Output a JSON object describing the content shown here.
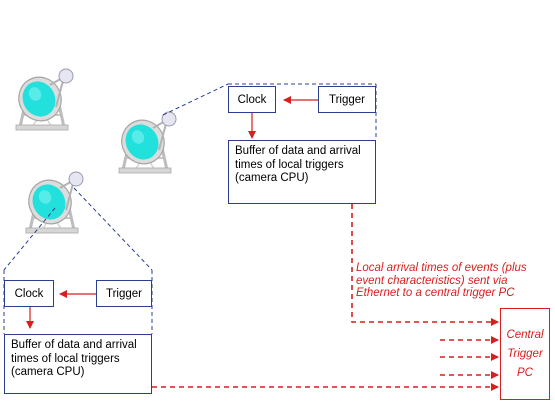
{
  "upper_station": {
    "clock_label": "Clock",
    "trigger_label": "Trigger",
    "buffer_label": "Buffer of data and arrival times of local triggers (camera CPU)"
  },
  "lower_station": {
    "clock_label": "Clock",
    "trigger_label": "Trigger",
    "buffer_label": "Buffer of data and arrival times of local triggers (camera CPU)"
  },
  "network_note": "Local arrival times of events (plus event characteristics) sent via Ethernet to a  central trigger PC",
  "central_trigger_label": "Central Trigger PC",
  "colors": {
    "box_border": "#2b3f8f",
    "link_red": "#d81f1f",
    "telescope_mirror": "#22e0dc",
    "telescope_frame": "#c9c9c9"
  },
  "icons": [
    "telescope-icon"
  ]
}
